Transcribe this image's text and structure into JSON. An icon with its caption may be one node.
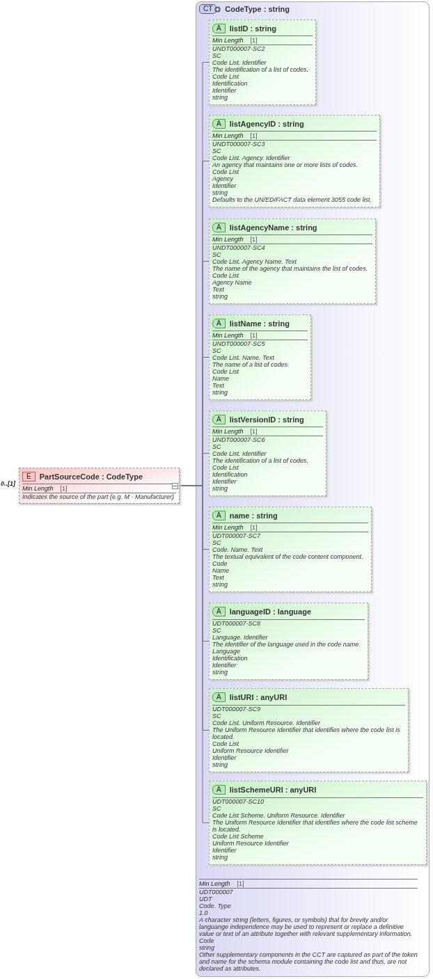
{
  "diagram": {
    "nodes": [
      {
        "text": [
          "E",
          "PartSourceCode : CodeType",
          "Min Length",
          "[1]",
          "Indicates the source of the part (e.g. M - Manufacturer)"
        ],
        "beside": [
          "0..[1]"
        ]
      },
      {
        "text": [
          "CT",
          "CodeType : string",
          "Min Length",
          "[1]",
          "UDT000007",
          "UDT",
          "Code. Type",
          "1.0",
          "A character string (letters, figures, or symbols) that for brevity and/or languange independence may be used to represent or replace a definitive value or text of an attribute together with relevant supplementary information.",
          "Code",
          "string",
          "Other supplementary components in the CCT are captured as part of the token and name for the schema module containing the code list and thus, are not declared as attributes."
        ]
      },
      {
        "text": [
          "A",
          "listID : string",
          "Min Length",
          "[1]",
          "UNDT000007-SC2",
          "SC",
          "Code List. Identifier",
          "The identification of a list of codes.",
          "Code List",
          "Identification",
          "Identifier",
          "string"
        ],
        "in": 1
      },
      {
        "text": [
          "A",
          "listAgencyID : string",
          "Min Length",
          "[1]",
          "UNDT000007-SC3",
          "SC",
          "Code List. Agency. Identifier",
          "An agency that maintains one or more lists of codes.",
          "Code List",
          "Agency",
          "Identifier",
          "string",
          "Defaults to the UN/EDIFACT data element 3055 code list."
        ],
        "in": 1
      },
      {
        "text": [
          "A",
          "listAgencyName : string",
          "Min Length",
          "[1]",
          "UNDT000007-SC4",
          "SC",
          "Code List. Agency Name. Text",
          "The name of the agency that maintains the list of codes.",
          "Code List",
          "Agency Name",
          "Text",
          "string"
        ],
        "in": 1
      },
      {
        "text": [
          "A",
          "listName : string",
          "Min Length",
          "[1]",
          "UNDT000007-SC5",
          "SC",
          "Code List. Name. Text",
          "The name of a list of codes.",
          "Code List",
          "Name",
          "Text",
          "string"
        ],
        "in": 1
      },
      {
        "text": [
          "A",
          "listVersionID : string",
          "Min Length",
          "[1]",
          "UNDT000007-SC6",
          "SC",
          "Code List. Identifier",
          "The identification of a list of codes.",
          "Code List",
          "Identification",
          "Identifier",
          "string"
        ],
        "in": 1
      },
      {
        "text": [
          "A",
          "name : string",
          "Min Length",
          "[1]",
          "UDT000007-SC7",
          "SC",
          "Code. Name. Text",
          "The textual equivalent of the code content component.",
          "Code",
          "Name",
          "Text",
          "string"
        ],
        "in": 1
      },
      {
        "text": [
          "A",
          "languageID : language",
          "UDT000007-SC8",
          "SC",
          "Language. Identifier",
          "The identifier of the language used in the code name.",
          "Language",
          "Identification",
          "Identifier",
          "string"
        ],
        "in": 1
      },
      {
        "text": [
          "A",
          "listURI : anyURI",
          "UDT000007-SC9",
          "SC",
          "Code List. Uniform Resource. Identifier",
          "The Uniform Resource Identifier that identifies where the code list is located.",
          "Code List",
          "Uniform Resource Identifier",
          "Identifier",
          "string"
        ],
        "in": 1
      },
      {
        "text": [
          "A",
          "listSchemeURI : anyURI",
          "UDT000007-SC10",
          "SC",
          "Code List Scheme. Uniform Resource. Identifier",
          "The Uniform Resource Identifier that identifies where the code list scheme is located.",
          "Code List Scheme",
          "Uniform Resource Identifier",
          "Identifier",
          "string"
        ],
        "in": 1
      }
    ],
    "edges": [
      {
        "from": 0,
        "to": 2,
        "arrow": "none"
      },
      {
        "from": 0,
        "to": 3,
        "arrow": "none"
      },
      {
        "from": 0,
        "to": 4,
        "arrow": "none"
      },
      {
        "from": 0,
        "to": 5,
        "arrow": "none"
      },
      {
        "from": 0,
        "to": 6,
        "arrow": "none"
      },
      {
        "from": 0,
        "to": 7,
        "arrow": "none"
      },
      {
        "from": 0,
        "to": 8,
        "arrow": "none"
      },
      {
        "from": 0,
        "to": 9,
        "arrow": "none"
      },
      {
        "from": 0,
        "to": 10,
        "arrow": "none"
      }
    ]
  }
}
